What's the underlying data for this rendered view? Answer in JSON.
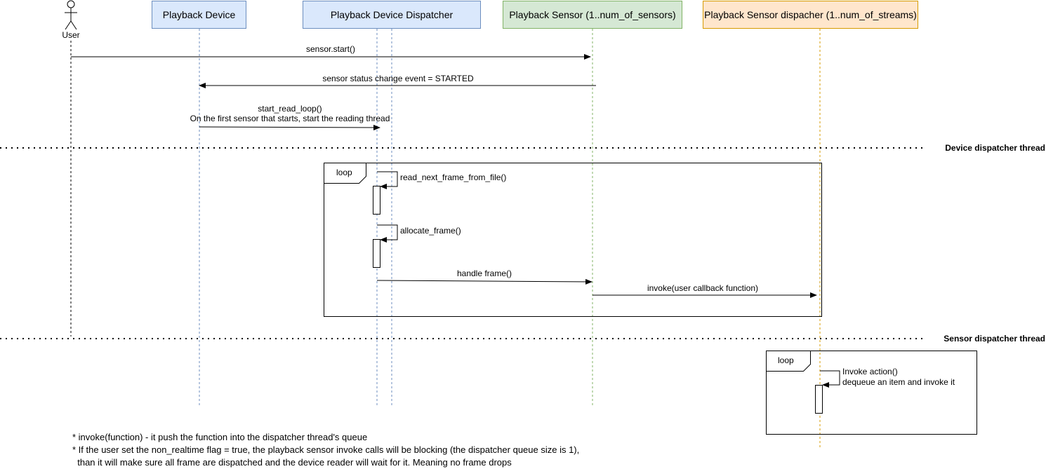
{
  "actor": {
    "name": "User"
  },
  "participants": [
    {
      "id": "playback_device",
      "label": "Playback Device",
      "color": "blue"
    },
    {
      "id": "playback_device_dispatcher",
      "label": "Playback Device Dispatcher",
      "color": "blue"
    },
    {
      "id": "playback_sensor",
      "label": "Playback Sensor (1..num_of_sensors)",
      "color": "green"
    },
    {
      "id": "playback_sensor_dispatcher",
      "label": "Playback Sensor dispacher (1..num_of_streams)",
      "color": "orange"
    }
  ],
  "messages": {
    "sensor_start": "sensor.start()",
    "status_event": "sensor status change event = STARTED",
    "start_read_loop_line1": "start_read_loop()",
    "start_read_loop_line2": "On the first sensor that starts, start the reading thread",
    "read_next_frame": "read_next_frame_from_file()",
    "allocate_frame": "allocate_frame()",
    "handle_frame": "handle frame()",
    "invoke_callback": "invoke(user callback function)",
    "invoke_action_line1": "Invoke action()",
    "invoke_action_line2": "dequeue an item and invoke it"
  },
  "threads": {
    "device": "Device dispatcher thread",
    "sensor": "Sensor dispatcher thread"
  },
  "loops": {
    "main": "loop",
    "sensor": "loop"
  },
  "notes": [
    "* invoke(function) - it push the function into the dispatcher thread's queue",
    "* If the user set the non_realtime flag = true, the playback sensor invoke calls will be blocking (the dispatcher queue size is 1),",
    "  than it will make sure all frame are dispatched and the device reader will wait for it. Meaning no frame drops"
  ],
  "colors": {
    "blue_fill": "#dae8fc",
    "blue_stroke": "#6c8ebf",
    "green_fill": "#d5e8d4",
    "green_stroke": "#82b366",
    "orange_fill": "#ffe6cc",
    "orange_stroke": "#d79b00"
  }
}
